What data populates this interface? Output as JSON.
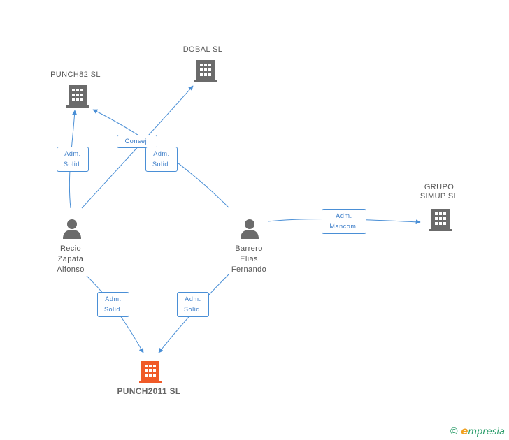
{
  "colors": {
    "edge": "#4a8fd6",
    "company": "#6b6b6b",
    "main_company": "#f05a28",
    "person": "#6b6b6b"
  },
  "nodes": {
    "dobal": {
      "lines": [
        "DOBAL  SL"
      ],
      "icon": "building-icon"
    },
    "punch82": {
      "lines": [
        "PUNCH82  SL"
      ],
      "icon": "building-icon"
    },
    "grupo_simup": {
      "lines": [
        "GRUPO",
        "SIMUP  SL"
      ],
      "icon": "building-icon"
    },
    "recio": {
      "lines": [
        "Recio",
        "Zapata",
        "Alfonso"
      ],
      "icon": "person-icon"
    },
    "barrero": {
      "lines": [
        "Barrero",
        "Elias",
        "Fernando"
      ],
      "icon": "person-icon"
    },
    "punch2011": {
      "lines": [
        "PUNCH2011 SL"
      ],
      "icon": "building-icon"
    }
  },
  "edges": {
    "recio_punch82": [
      "Adm.",
      "Solid."
    ],
    "recio_dobal": [
      "Consej."
    ],
    "barrero_punch82": [
      "Adm.",
      "Solid."
    ],
    "barrero_grupo": [
      "Adm.",
      "Mancom."
    ],
    "recio_punch2011": [
      "Adm.",
      "Solid."
    ],
    "barrero_punch2011": [
      "Adm.",
      "Solid."
    ]
  },
  "footer": {
    "copyright": "©",
    "brand_initial": "e",
    "brand_rest": "mpresia"
  }
}
